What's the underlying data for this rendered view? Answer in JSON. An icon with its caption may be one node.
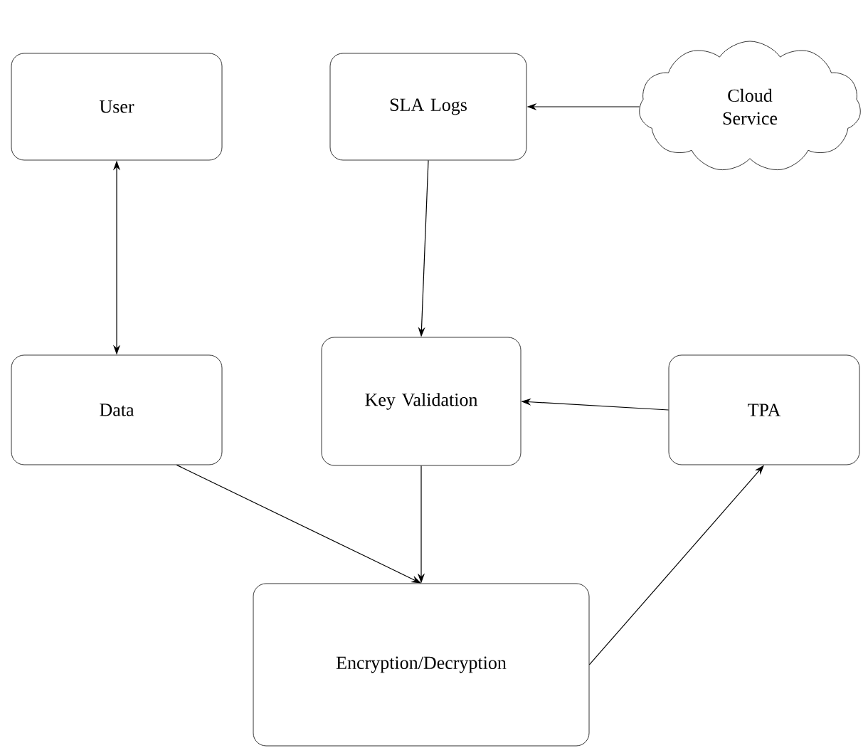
{
  "diagram": {
    "nodes": [
      {
        "text": [
          "User"
        ]
      },
      {
        "text": [
          "SLA Logs"
        ]
      },
      {
        "text": [
          "Cloud Service"
        ]
      },
      {
        "text": [
          "Data"
        ]
      },
      {
        "text": [
          "Key Validation"
        ]
      },
      {
        "text": [
          "TPA"
        ]
      },
      {
        "text": [
          "Encryption/Decryption"
        ]
      }
    ],
    "edges": [
      {
        "from": 0,
        "to": 3,
        "arrow": "both"
      },
      {
        "from": 2,
        "to": 1,
        "arrow": "to"
      },
      {
        "from": 1,
        "to": 4,
        "arrow": "to"
      },
      {
        "from": 5,
        "to": 4,
        "arrow": "to"
      },
      {
        "from": 3,
        "to": 6,
        "arrow": "to"
      },
      {
        "from": 4,
        "to": 6,
        "arrow": "to"
      },
      {
        "from": 6,
        "to": 5,
        "arrow": "to"
      }
    ]
  }
}
